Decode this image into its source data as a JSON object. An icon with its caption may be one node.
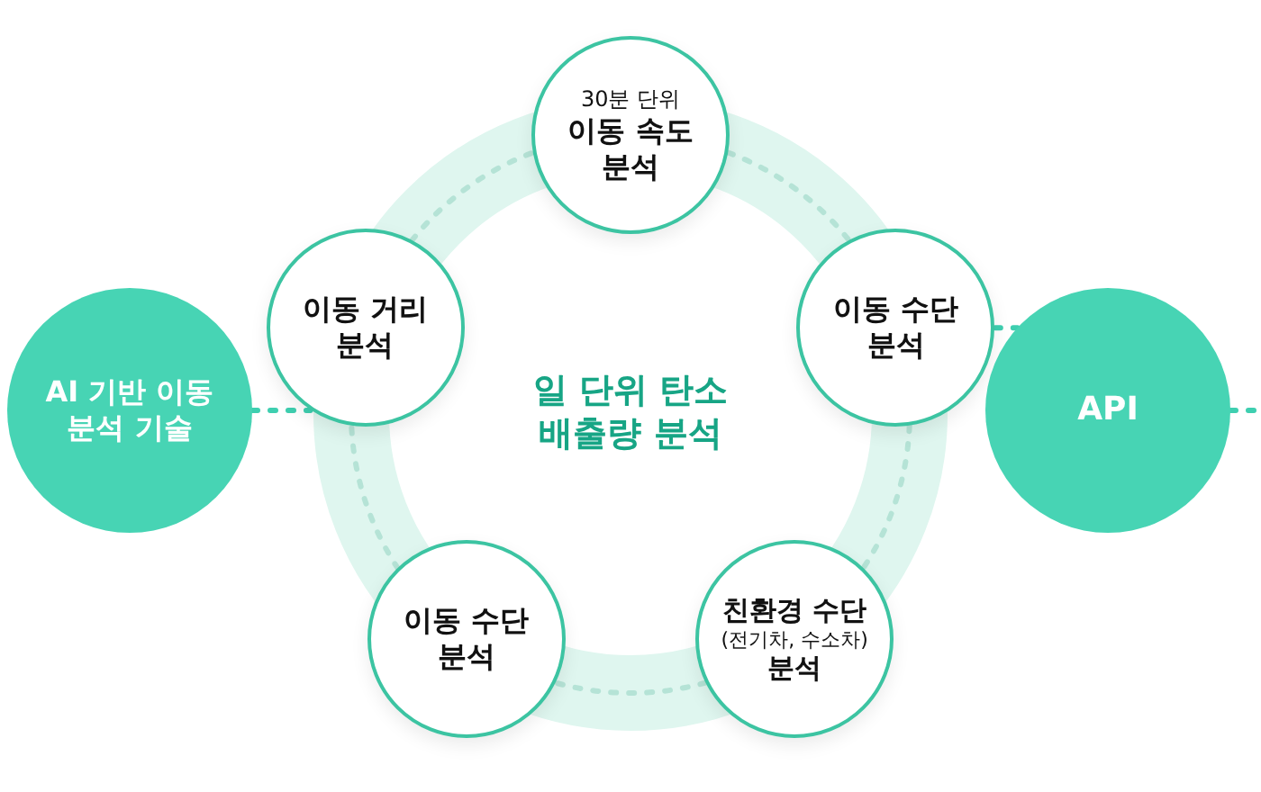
{
  "diagram": {
    "nodes": [
      {
        "text": [
          "일 단위 탄소 배출량 분석"
        ]
      },
      {
        "text": [
          "30분 단위",
          "이동 속도 분석"
        ]
      },
      {
        "text": [
          "이동 거리 분석"
        ]
      },
      {
        "text": [
          "이동 수단 분석"
        ]
      },
      {
        "text": [
          "이동 수단 분석"
        ]
      },
      {
        "text": [
          "친환경 수단",
          "(전기차, 수소차)",
          "분석"
        ]
      },
      {
        "text": [
          "AI 기반 이동 분석 기술"
        ]
      },
      {
        "text": [
          "API"
        ]
      }
    ],
    "edges": [
      {
        "from": 6,
        "to": 2,
        "arrow": "none",
        "style": "dashed",
        "color": "#3ecfb0"
      },
      {
        "from": 3,
        "to": 7,
        "arrow": "none",
        "style": "dashed",
        "color": "#3ecfb0"
      },
      {
        "from": 7,
        "to": null,
        "arrow": "none",
        "style": "dashed",
        "color": "#3ecfb0"
      },
      {
        "from": 2,
        "to": 1,
        "arrow": "none",
        "style": "dashed"
      },
      {
        "from": 1,
        "to": 3,
        "arrow": "none",
        "style": "dashed"
      },
      {
        "from": 3,
        "to": 5,
        "arrow": "none",
        "style": "dashed"
      },
      {
        "from": 5,
        "to": 4,
        "arrow": "none",
        "style": "dashed"
      },
      {
        "from": 4,
        "to": 2,
        "arrow": "none",
        "style": "dashed"
      }
    ]
  }
}
